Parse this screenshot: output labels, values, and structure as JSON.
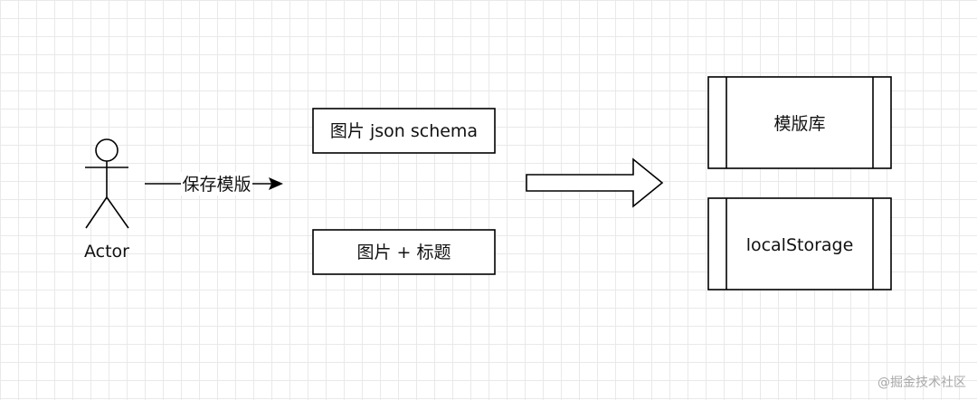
{
  "actor": {
    "label": "Actor"
  },
  "edge": {
    "label": "保存模版"
  },
  "data_boxes": [
    {
      "label": "图片 json schema"
    },
    {
      "label": "图片 + 标题"
    }
  ],
  "storage": [
    {
      "label": "模版库"
    },
    {
      "label": "localStorage"
    }
  ],
  "watermark": {
    "text": "@掘金技术社区"
  },
  "colors": {
    "stroke": "#000000",
    "grid": "#e9e9e9",
    "watermark": "#a8a8a8"
  }
}
